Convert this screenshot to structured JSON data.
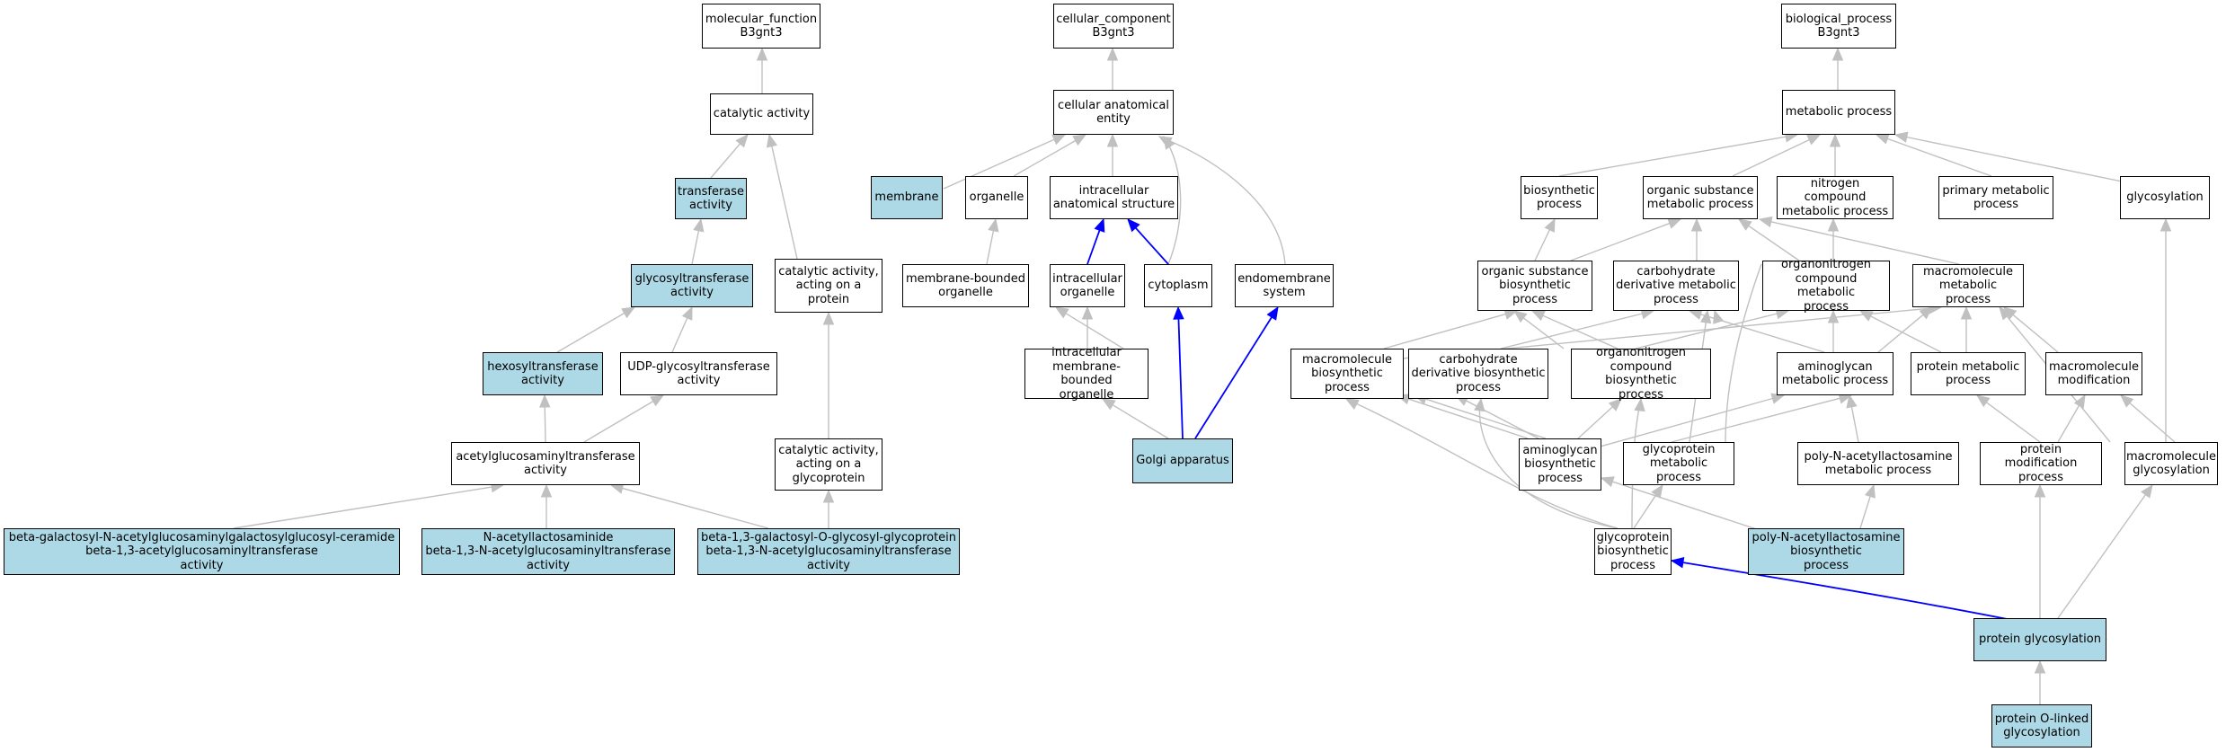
{
  "colors": {
    "highlight": "#add8e6",
    "edge": "#c0c0c0",
    "edge_annotated": "#0000ff",
    "border": "#000000"
  },
  "nodes": {
    "mf_root": "molecular_function\nB3gnt3",
    "catalytic_activity": "catalytic activity",
    "transferase_activity": "transferase\nactivity",
    "glycosyltransferase_activity": "glycosyltransferase\nactivity",
    "catalytic_on_protein": "catalytic activity,\nacting on a\nprotein",
    "hexosyltransferase_activity": "hexosyltransferase\nactivity",
    "udp_glycosyltransferase": "UDP-glycosyltransferase\nactivity",
    "acetylglucosaminyltransferase": "acetylglucosaminyltransferase\nactivity",
    "catalytic_on_glycoprotein": "catalytic activity,\nacting on a\nglycoprotein",
    "bgal_ceramide": "beta-galactosyl-N-acetylglucosaminylgalactosylglucosyl-ceramide\nbeta-1,3-acetylglucosaminyltransferase\nactivity",
    "n_acetyllactosaminide": "N-acetyllactosaminide\nbeta-1,3-N-acetylglucosaminyltransferase\nactivity",
    "b13_galactosyl_o_glycosyl": "beta-1,3-galactosyl-O-glycosyl-glycoprotein\nbeta-1,3-N-acetylglucosaminyltransferase\nactivity",
    "cc_root": "cellular_component\nB3gnt3",
    "cellular_anatomical_entity": "cellular anatomical\nentity",
    "membrane": "membrane",
    "organelle": "organelle",
    "intracellular_anatomical_structure": "intracellular\nanatomical structure",
    "membrane_bounded_organelle": "membrane-bounded\norganelle",
    "intracellular_organelle": "intracellular\norganelle",
    "cytoplasm": "cytoplasm",
    "endomembrane_system": "endomembrane\nsystem",
    "intracellular_mbo": "intracellular\nmembrane-bounded\norganelle",
    "golgi_apparatus": "Golgi apparatus",
    "bp_root": "biological_process\nB3gnt3",
    "metabolic_process": "metabolic process",
    "biosynthetic_process": "biosynthetic\nprocess",
    "organic_substance_metabolic": "organic substance\nmetabolic process",
    "nitrogen_compound_metabolic": "nitrogen compound\nmetabolic process",
    "primary_metabolic": "primary metabolic\nprocess",
    "glycosylation": "glycosylation",
    "organic_substance_biosynthetic": "organic substance\nbiosynthetic\nprocess",
    "carbohydrate_derivative_metabolic": "carbohydrate\nderivative metabolic\nprocess",
    "organonitrogen_metabolic": "organonitrogen\ncompound metabolic\nprocess",
    "macromolecule_metabolic": "macromolecule\nmetabolic process",
    "macromolecule_biosynthetic": "macromolecule\nbiosynthetic\nprocess",
    "carbohydrate_derivative_biosynthetic": "carbohydrate\nderivative biosynthetic\nprocess",
    "organonitrogen_biosynthetic": "organonitrogen\ncompound biosynthetic\nprocess",
    "aminoglycan_metabolic": "aminoglycan\nmetabolic process",
    "protein_metabolic": "protein metabolic\nprocess",
    "macromolecule_modification": "macromolecule\nmodification",
    "aminoglycan_biosynthetic": "aminoglycan\nbiosynthetic\nprocess",
    "glycoprotein_metabolic": "glycoprotein\nmetabolic process",
    "poly_nal_metabolic": "poly-N-acetyllactosamine\nmetabolic process",
    "protein_modification_process": "protein modification\nprocess",
    "macromolecule_glycosylation": "macromolecule\nglycosylation",
    "glycoprotein_biosynthetic": "glycoprotein\nbiosynthetic\nprocess",
    "poly_nal_biosynthetic": "poly-N-acetyllactosamine\nbiosynthetic\nprocess",
    "protein_glycosylation": "protein glycosylation",
    "protein_o_linked_glycosylation": "protein O-linked\nglycosylation"
  }
}
